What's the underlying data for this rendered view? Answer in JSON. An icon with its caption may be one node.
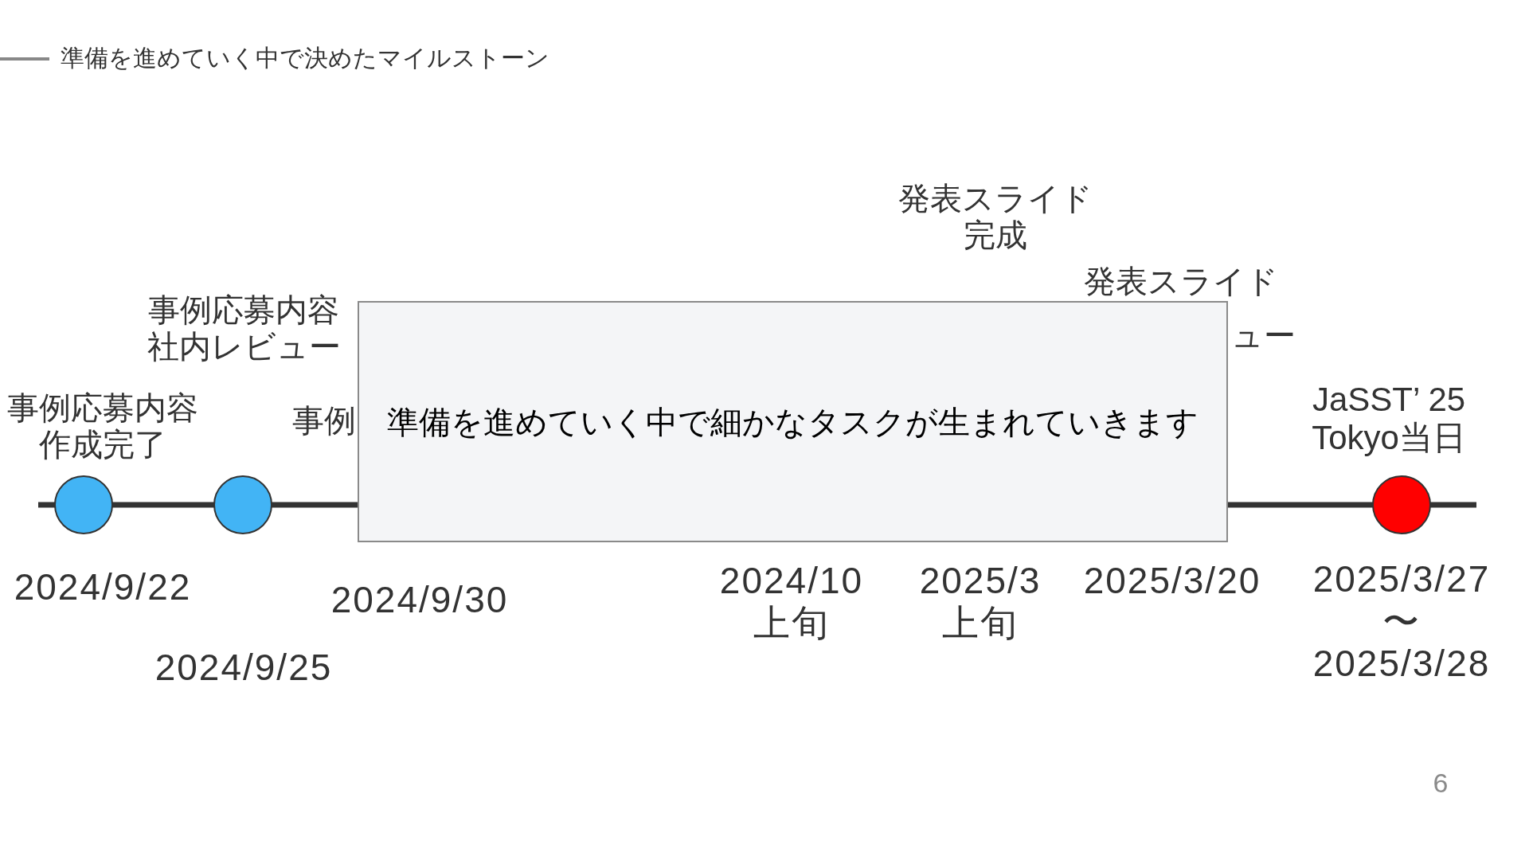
{
  "diagram": {
    "title": "準備を進めていく中で決めたマイルストーン",
    "nodes": [
      {
        "text": [],
        "shape": "circle",
        "beside": [
          "事例応募内容作成完了",
          "2024/9/22"
        ]
      },
      {
        "text": [],
        "shape": "circle",
        "beside": [
          "2024/9/25"
        ]
      },
      {
        "text": [
          "準備を進めていく中で細かなタスクが生まれていきます"
        ]
      },
      {
        "text": [],
        "shape": "circle",
        "beside": [
          "JaSST’ 25 Tokyo当日",
          "2025/3/27 〜 2025/3/28"
        ]
      }
    ],
    "labels": [
      "事例応募内容社内レビュー",
      "事例",
      "2024/9/30",
      "2024/10 上旬",
      "発表スライド完成",
      "2025/3 上旬",
      "発表スライド",
      "ュー",
      "2025/3/20",
      "6"
    ]
  }
}
